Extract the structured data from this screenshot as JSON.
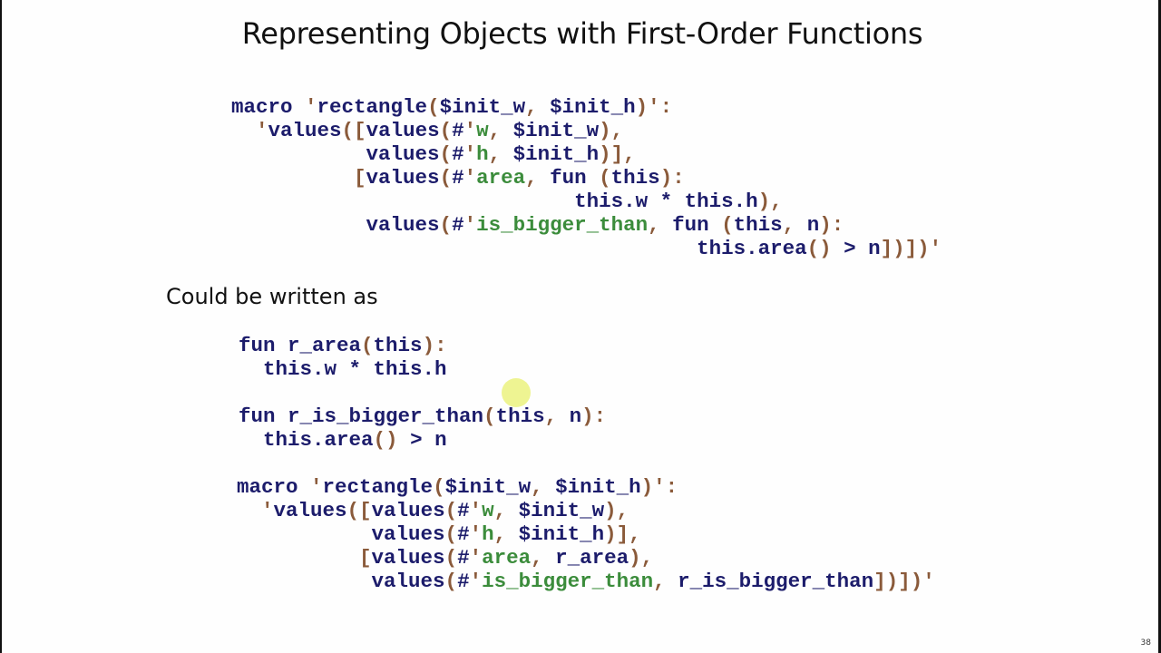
{
  "slide": {
    "title": "Representing Objects with First-Order Functions",
    "prose": "Could be written as",
    "page_number": "38"
  },
  "colors": {
    "keyword": "#1c1c6b",
    "punctuation": "#8a5a3a",
    "symbol": "#3b8c3b",
    "cursor_highlight": "#e8f06e"
  },
  "code_blocks": [
    {
      "name": "original-macro",
      "lines": [
        [
          [
            "kw",
            "macro "
          ],
          [
            "p",
            "'"
          ],
          [
            "kw",
            "rectangle"
          ],
          [
            "p",
            "("
          ],
          [
            "kw",
            "$init_w"
          ],
          [
            "p",
            ", "
          ],
          [
            "kw",
            "$init_h"
          ],
          [
            "p",
            ")':"
          ]
        ],
        [
          [
            "sp",
            "  "
          ],
          [
            "p",
            "'"
          ],
          [
            "kw",
            "values"
          ],
          [
            "p",
            "(["
          ],
          [
            "kw",
            "values"
          ],
          [
            "p",
            "("
          ],
          [
            "kw",
            "#"
          ],
          [
            "p",
            "'"
          ],
          [
            "s",
            "w"
          ],
          [
            "p",
            ", "
          ],
          [
            "kw",
            "$init_w"
          ],
          [
            "p",
            "),"
          ]
        ],
        [
          [
            "sp",
            "           "
          ],
          [
            "kw",
            "values"
          ],
          [
            "p",
            "("
          ],
          [
            "kw",
            "#"
          ],
          [
            "p",
            "'"
          ],
          [
            "s",
            "h"
          ],
          [
            "p",
            ", "
          ],
          [
            "kw",
            "$init_h"
          ],
          [
            "p",
            ")],"
          ]
        ],
        [
          [
            "sp",
            "          "
          ],
          [
            "p",
            "["
          ],
          [
            "kw",
            "values"
          ],
          [
            "p",
            "("
          ],
          [
            "kw",
            "#"
          ],
          [
            "p",
            "'"
          ],
          [
            "s",
            "area"
          ],
          [
            "p",
            ", "
          ],
          [
            "kw",
            "fun "
          ],
          [
            "p",
            "("
          ],
          [
            "kw",
            "this"
          ],
          [
            "p",
            "):"
          ]
        ],
        [
          [
            "sp",
            "                            "
          ],
          [
            "kw",
            "this.w * this.h"
          ],
          [
            "p",
            "),"
          ]
        ],
        [
          [
            "sp",
            "           "
          ],
          [
            "kw",
            "values"
          ],
          [
            "p",
            "("
          ],
          [
            "kw",
            "#"
          ],
          [
            "p",
            "'"
          ],
          [
            "s",
            "is_bigger_than"
          ],
          [
            "p",
            ", "
          ],
          [
            "kw",
            "fun "
          ],
          [
            "p",
            "("
          ],
          [
            "kw",
            "this"
          ],
          [
            "p",
            ", "
          ],
          [
            "kw",
            "n"
          ],
          [
            "p",
            "):"
          ]
        ],
        [
          [
            "sp",
            "                                      "
          ],
          [
            "kw",
            "this.area"
          ],
          [
            "p",
            "()"
          ],
          [
            "kw",
            " > n"
          ],
          [
            "p",
            "])])'"
          ]
        ]
      ]
    },
    {
      "name": "first-order-functions",
      "lines": [
        [
          [
            "kw",
            "fun r_area"
          ],
          [
            "p",
            "("
          ],
          [
            "kw",
            "this"
          ],
          [
            "p",
            "):"
          ]
        ],
        [
          [
            "sp",
            "  "
          ],
          [
            "kw",
            "this.w * this.h"
          ]
        ],
        [
          [
            "sp",
            " "
          ]
        ],
        [
          [
            "kw",
            "fun r_is_bigger_than"
          ],
          [
            "p",
            "("
          ],
          [
            "kw",
            "this"
          ],
          [
            "p",
            ", "
          ],
          [
            "kw",
            "n"
          ],
          [
            "p",
            "):"
          ]
        ],
        [
          [
            "sp",
            "  "
          ],
          [
            "kw",
            "this.area"
          ],
          [
            "p",
            "()"
          ],
          [
            "kw",
            " > n"
          ]
        ]
      ]
    },
    {
      "name": "rewritten-macro",
      "lines": [
        [
          [
            "kw",
            "macro "
          ],
          [
            "p",
            "'"
          ],
          [
            "kw",
            "rectangle"
          ],
          [
            "p",
            "("
          ],
          [
            "kw",
            "$init_w"
          ],
          [
            "p",
            ", "
          ],
          [
            "kw",
            "$init_h"
          ],
          [
            "p",
            ")':"
          ]
        ],
        [
          [
            "sp",
            "  "
          ],
          [
            "p",
            "'"
          ],
          [
            "kw",
            "values"
          ],
          [
            "p",
            "(["
          ],
          [
            "kw",
            "values"
          ],
          [
            "p",
            "("
          ],
          [
            "kw",
            "#"
          ],
          [
            "p",
            "'"
          ],
          [
            "s",
            "w"
          ],
          [
            "p",
            ", "
          ],
          [
            "kw",
            "$init_w"
          ],
          [
            "p",
            "),"
          ]
        ],
        [
          [
            "sp",
            "           "
          ],
          [
            "kw",
            "values"
          ],
          [
            "p",
            "("
          ],
          [
            "kw",
            "#"
          ],
          [
            "p",
            "'"
          ],
          [
            "s",
            "h"
          ],
          [
            "p",
            ", "
          ],
          [
            "kw",
            "$init_h"
          ],
          [
            "p",
            ")],"
          ]
        ],
        [
          [
            "sp",
            "          "
          ],
          [
            "p",
            "["
          ],
          [
            "kw",
            "values"
          ],
          [
            "p",
            "("
          ],
          [
            "kw",
            "#"
          ],
          [
            "p",
            "'"
          ],
          [
            "s",
            "area"
          ],
          [
            "p",
            ", "
          ],
          [
            "kw",
            "r_area"
          ],
          [
            "p",
            "),"
          ]
        ],
        [
          [
            "sp",
            "           "
          ],
          [
            "kw",
            "values"
          ],
          [
            "p",
            "("
          ],
          [
            "kw",
            "#"
          ],
          [
            "p",
            "'"
          ],
          [
            "s",
            "is_bigger_than"
          ],
          [
            "p",
            ", "
          ],
          [
            "kw",
            "r_is_bigger_than"
          ],
          [
            "p",
            "])])'"
          ]
        ]
      ]
    }
  ]
}
